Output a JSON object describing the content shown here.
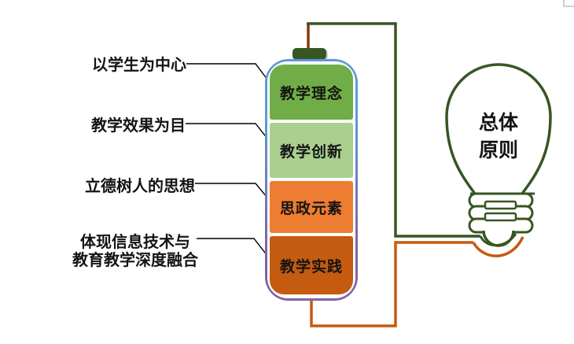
{
  "battery": {
    "cap_color": "#375623",
    "border_gradient_top": "#5B9BD5",
    "border_gradient_bottom": "#8064A2",
    "segments": [
      {
        "label": "教学理念",
        "color": "#70AD47"
      },
      {
        "label": "教学创新",
        "color": "#A9D08E"
      },
      {
        "label": "思政元素",
        "color": "#ED7D31"
      },
      {
        "label": "教学实践",
        "color": "#C55A11"
      }
    ]
  },
  "annotations": [
    {
      "lines": [
        "以学生为中心"
      ]
    },
    {
      "lines": [
        "教学效果为目"
      ]
    },
    {
      "lines": [
        "立德树人的思想"
      ]
    },
    {
      "lines": [
        "体现信息技术与",
        "教育教学深度融合"
      ]
    }
  ],
  "bulb": {
    "lines": [
      "总体",
      "原则"
    ],
    "outline_color": "#375623"
  },
  "wires": {
    "connector_color": "#000000",
    "top_lead_color": "#843C0C",
    "circuit_color": "#375623",
    "bottom_lead_color": "#C55A11"
  },
  "page_marks": {
    "corner_color": "#BFBFBF"
  }
}
